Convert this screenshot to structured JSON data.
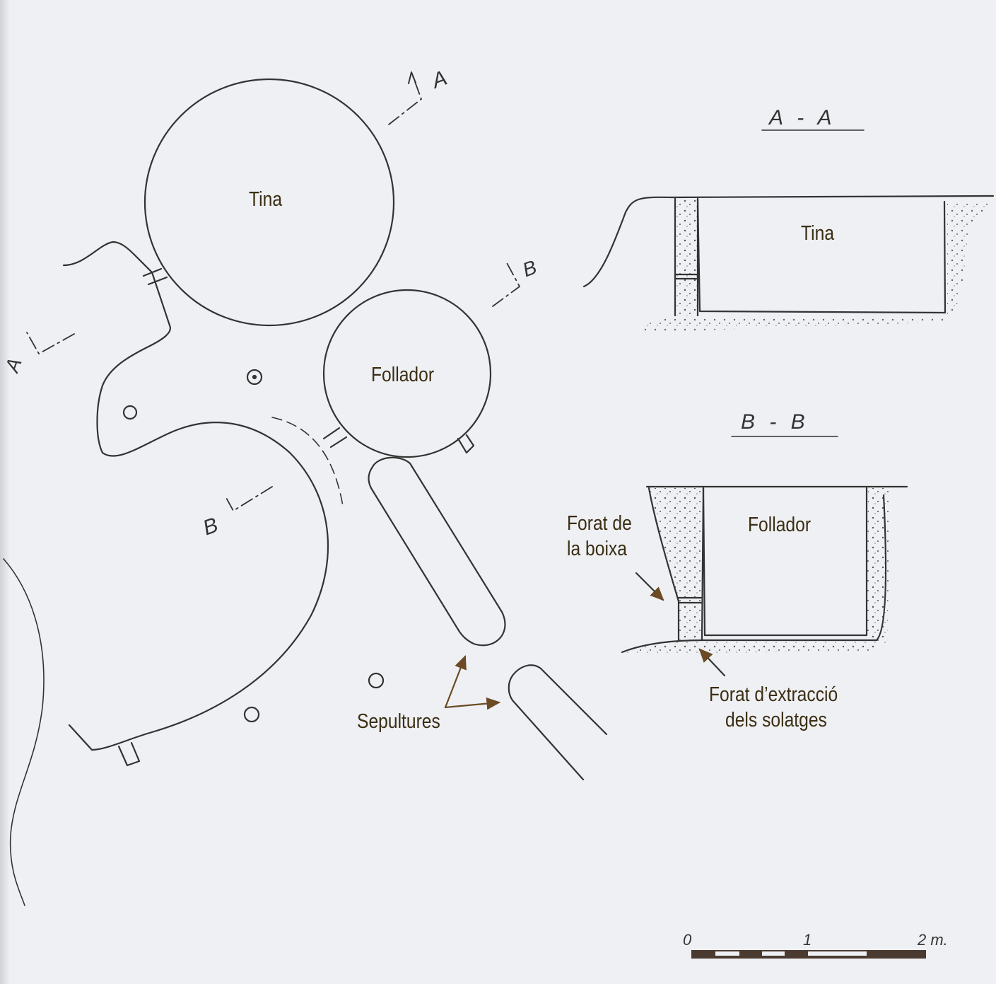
{
  "plan": {
    "labels": {
      "tina": "Tina",
      "follador": "Follador",
      "sepultures": "Sepultures"
    },
    "section_markers": {
      "a_top": "A",
      "a_left": "A",
      "b_top": "B",
      "b_left": "B"
    }
  },
  "sections": {
    "aa": {
      "title": "A - A",
      "label": "Tina"
    },
    "bb": {
      "title": "B - B",
      "label": "Follador",
      "callout_boixa": [
        "Forat de",
        "la boixa"
      ],
      "callout_extraccio": [
        "Forat d’extracció",
        "dels solatges"
      ]
    }
  },
  "scale_bar": {
    "ticks": [
      "0",
      "1",
      "2 m."
    ]
  },
  "colors": {
    "line": "#333333",
    "label": "#3b2e14",
    "arrow": "#6b4a24",
    "background": "#eef0f3"
  }
}
